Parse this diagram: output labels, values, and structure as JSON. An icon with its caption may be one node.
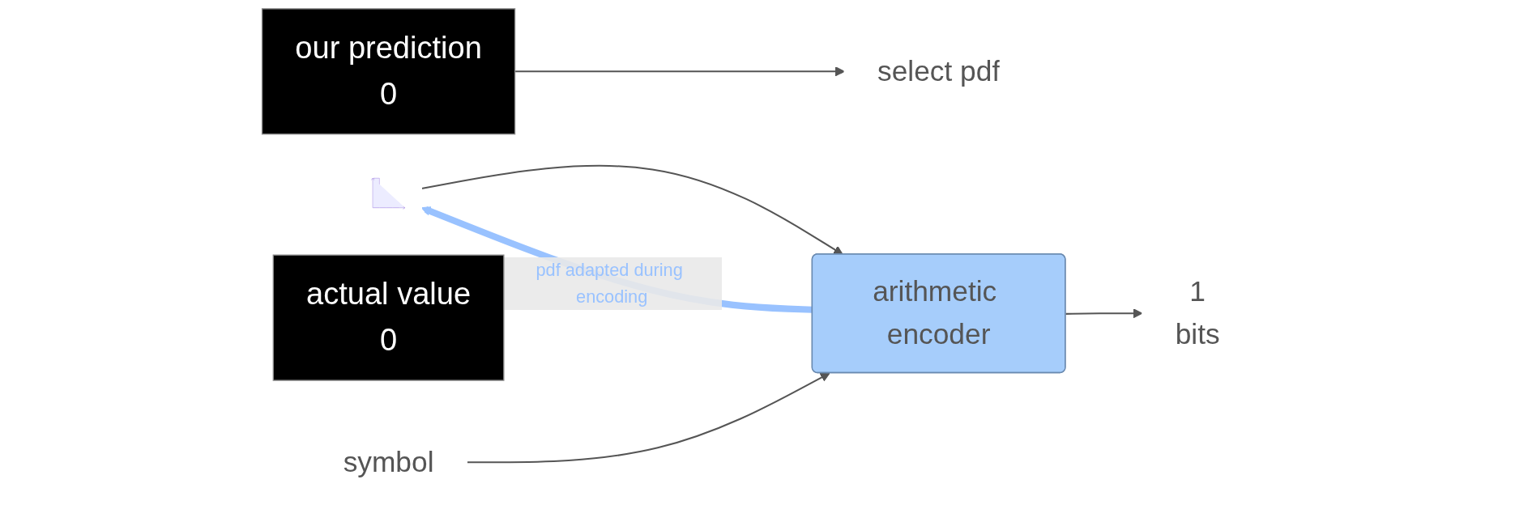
{
  "diagram": {
    "nodes": [
      {
        "text": [
          "our prediction",
          "0"
        ]
      },
      {
        "text": [
          "select pdf"
        ]
      },
      {
        "text": [],
        "shape": "picture"
      },
      {
        "text": [
          "actual value",
          "0"
        ]
      },
      {
        "text": [
          "symbol"
        ]
      },
      {
        "text": [
          "arithmetic encoder"
        ]
      },
      {
        "text": [
          "1",
          "bits"
        ]
      }
    ],
    "edges": [
      {
        "from": 0,
        "to": 1,
        "arrow": "to"
      },
      {
        "from": 2,
        "to": 5,
        "arrow": "to"
      },
      {
        "from": 4,
        "to": 5,
        "arrow": "to"
      },
      {
        "from": 5,
        "to": 6,
        "arrow": "to"
      },
      {
        "from": 5,
        "to": 2,
        "arrow": "to",
        "label": "pdf adapted during encoding",
        "style": "thick",
        "color": "#99c2ff"
      }
    ]
  }
}
